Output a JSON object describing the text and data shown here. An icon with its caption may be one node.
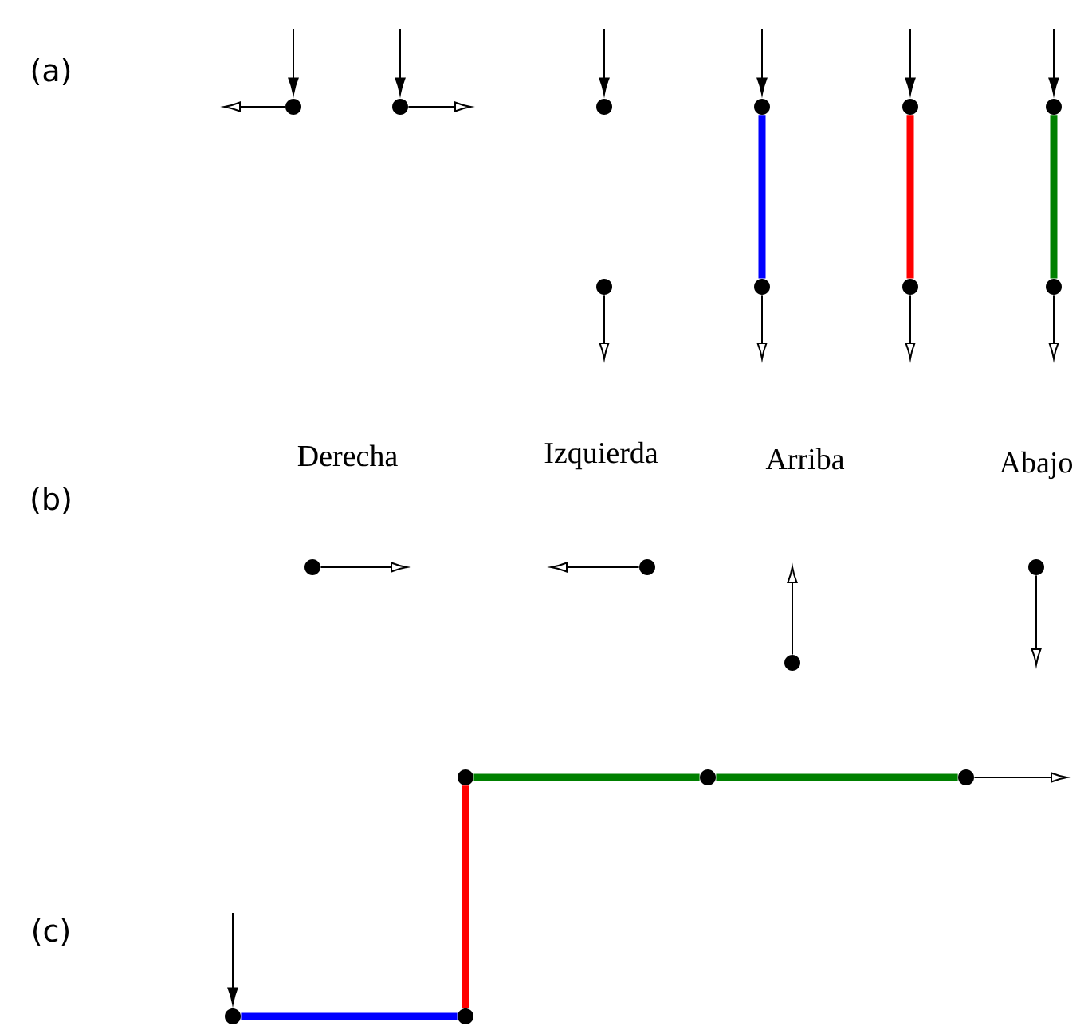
{
  "diagram": {
    "nodes": [
      {
        "text": [],
        "shape": "circle"
      },
      {
        "text": [],
        "shape": "circle"
      },
      {
        "text": [],
        "shape": "circle"
      },
      {
        "text": [],
        "shape": "circle"
      },
      {
        "text": [],
        "shape": "circle"
      },
      {
        "text": [],
        "shape": "circle"
      },
      {
        "text": [],
        "shape": "circle"
      },
      {
        "text": [],
        "shape": "circle"
      },
      {
        "text": [],
        "shape": "circle"
      },
      {
        "text": [],
        "shape": "circle"
      },
      {
        "text": [],
        "shape": "circle"
      },
      {
        "text": [],
        "shape": "circle"
      },
      {
        "text": [],
        "shape": "circle"
      },
      {
        "text": [],
        "shape": "circle"
      },
      {
        "text": [],
        "shape": "circle"
      },
      {
        "text": [],
        "shape": "circle"
      },
      {
        "text": [],
        "shape": "circle"
      },
      {
        "text": [],
        "shape": "circle"
      },
      {
        "text": [],
        "shape": "circle"
      }
    ],
    "edges": [
      {
        "from": null,
        "to": 0,
        "arrow": "to"
      },
      {
        "from": 0,
        "to": null,
        "arrow": "to"
      },
      {
        "from": null,
        "to": 1,
        "arrow": "to"
      },
      {
        "from": 1,
        "to": null,
        "arrow": "to"
      },
      {
        "from": null,
        "to": 2,
        "arrow": "to"
      },
      {
        "from": 3,
        "to": null,
        "arrow": "to"
      },
      {
        "from": null,
        "to": 4,
        "arrow": "to"
      },
      {
        "from": 4,
        "to": 5,
        "arrow": "none",
        "style": "thick",
        "color": "#0000ff"
      },
      {
        "from": 5,
        "to": null,
        "arrow": "to"
      },
      {
        "from": null,
        "to": 6,
        "arrow": "to"
      },
      {
        "from": 6,
        "to": 7,
        "arrow": "none",
        "style": "thick",
        "color": "#ff0000"
      },
      {
        "from": 7,
        "to": null,
        "arrow": "to"
      },
      {
        "from": null,
        "to": 8,
        "arrow": "to"
      },
      {
        "from": 8,
        "to": 9,
        "arrow": "none",
        "style": "thick",
        "color": "#008000"
      },
      {
        "from": 9,
        "to": null,
        "arrow": "to"
      },
      {
        "from": 10,
        "to": null,
        "arrow": "to"
      },
      {
        "from": 11,
        "to": null,
        "arrow": "to"
      },
      {
        "from": 12,
        "to": null,
        "arrow": "to"
      },
      {
        "from": 13,
        "to": null,
        "arrow": "to"
      },
      {
        "from": null,
        "to": 14,
        "arrow": "to"
      },
      {
        "from": 14,
        "to": 15,
        "arrow": "none",
        "style": "thick",
        "color": "#0000ff"
      },
      {
        "from": 15,
        "to": 16,
        "arrow": "none",
        "style": "thick",
        "color": "#ff0000"
      },
      {
        "from": 16,
        "to": 17,
        "arrow": "none",
        "style": "thick",
        "color": "#008000"
      },
      {
        "from": 17,
        "to": 18,
        "arrow": "none",
        "style": "thick",
        "color": "#008000"
      },
      {
        "from": 18,
        "to": null,
        "arrow": "to"
      }
    ],
    "labels": [
      "(a)",
      "Derecha",
      "Izquierda",
      "Arriba",
      "Abajo",
      "(b)",
      "(c)"
    ]
  }
}
